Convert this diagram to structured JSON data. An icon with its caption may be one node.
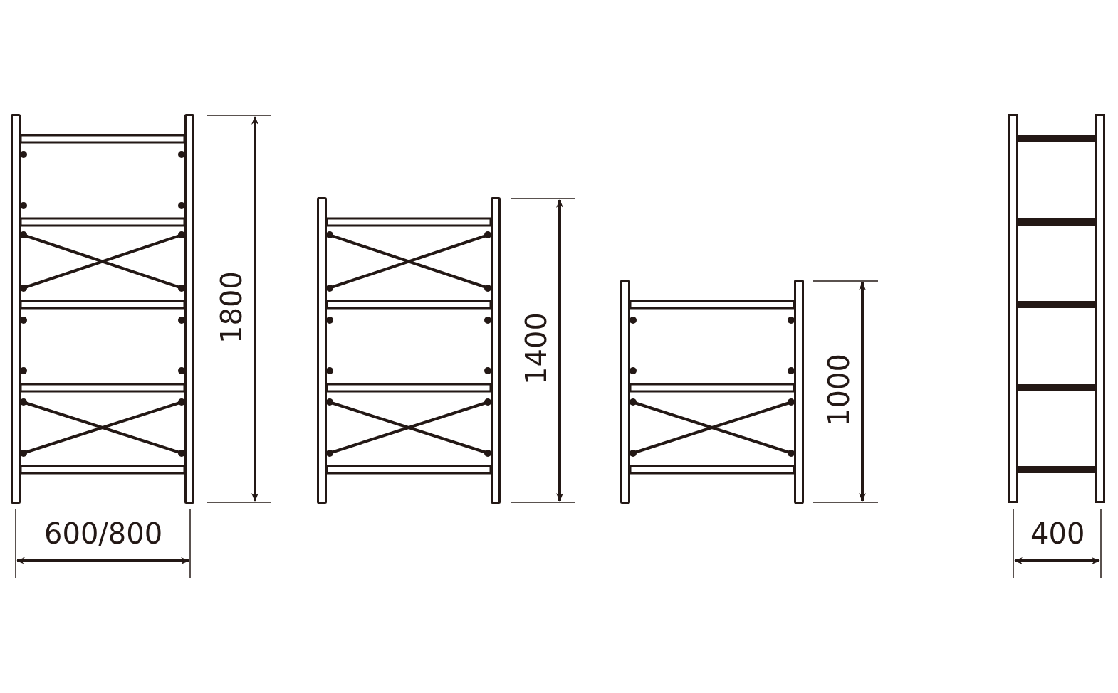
{
  "diagram": {
    "labels": [
      "1800",
      "1400",
      "1000",
      "600/800",
      "400"
    ]
  }
}
